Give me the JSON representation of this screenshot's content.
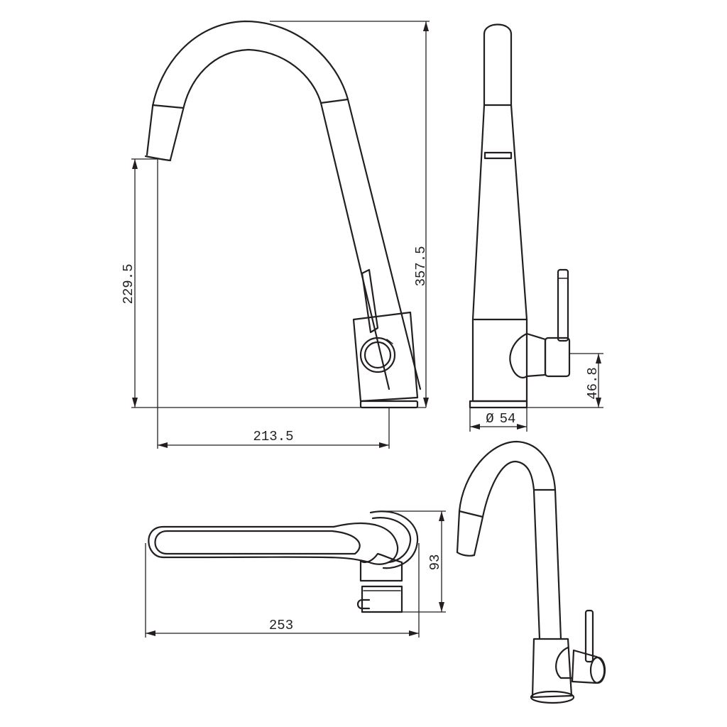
{
  "dimensions": {
    "front_total_height": "357.5",
    "front_spout_height": "229.5",
    "front_reach": "213.5",
    "side_handle_height": "46.8",
    "side_base_diameter_symbol": "Ø",
    "side_base_diameter": "54",
    "top_depth": "93",
    "top_length": "253"
  },
  "colors": {
    "line": "#231f20",
    "background": "#ffffff"
  }
}
